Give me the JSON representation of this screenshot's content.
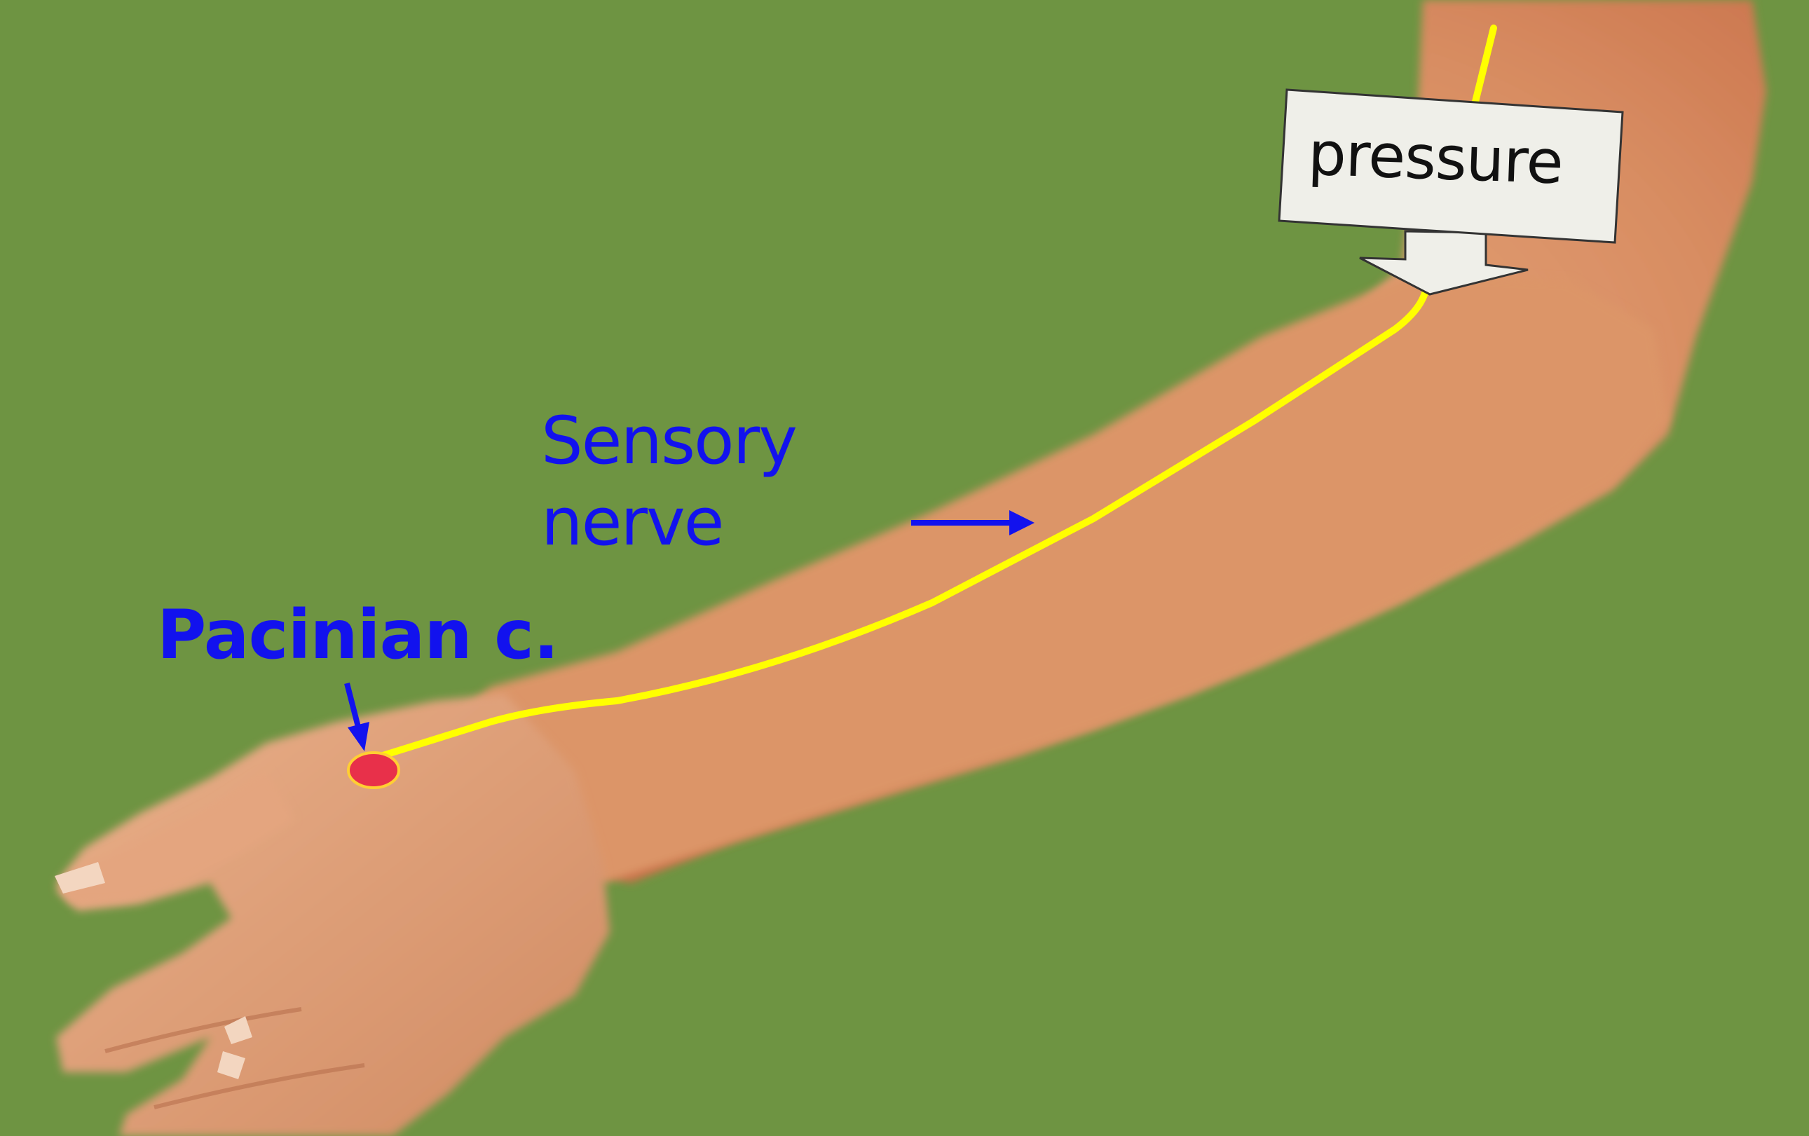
{
  "labels": {
    "sensory_line1": "Sensory",
    "sensory_line2": "nerve",
    "pacinian": "Pacinian c.",
    "pressure": "pressure"
  },
  "colors": {
    "background": "#6e9442",
    "skin": "#d9916a",
    "nerve": "#ffff00",
    "label_text": "#1212ee",
    "corpuscle": "#e8304a",
    "pressure_box": "#efefe9"
  }
}
